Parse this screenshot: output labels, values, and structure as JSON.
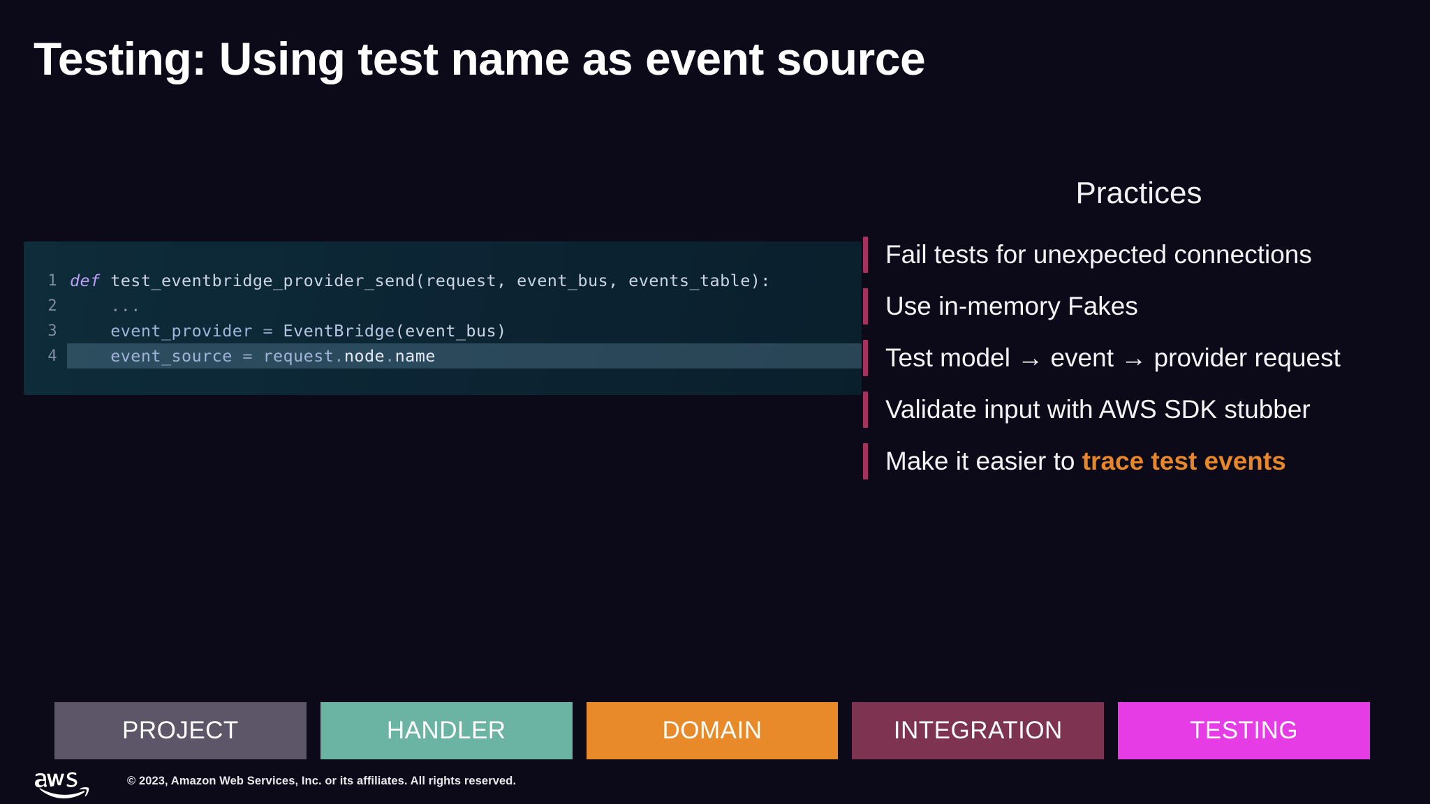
{
  "slide": {
    "title": "Testing: Using test name as event source",
    "background_color": "#0c0a18"
  },
  "code": {
    "language": "python",
    "highlighted_line": 4,
    "lines": [
      {
        "number": "1",
        "tokens": [
          {
            "text": "def ",
            "kind": "kw"
          },
          {
            "text": "test_eventbridge_provider_send",
            "kind": "fn"
          },
          {
            "text": "(request, event_bus, events_table):",
            "kind": "plain"
          }
        ]
      },
      {
        "number": "2",
        "tokens": [
          {
            "text": "    ...",
            "kind": "dots"
          }
        ]
      },
      {
        "number": "3",
        "tokens": [
          {
            "text": "    ",
            "kind": "plain"
          },
          {
            "text": "event_provider",
            "kind": "var"
          },
          {
            "text": " = ",
            "kind": "op"
          },
          {
            "text": "EventBridge",
            "kind": "cls"
          },
          {
            "text": "(event_bus)",
            "kind": "plain"
          }
        ]
      },
      {
        "number": "4",
        "tokens": [
          {
            "text": "    ",
            "kind": "plain"
          },
          {
            "text": "event_source",
            "kind": "var"
          },
          {
            "text": " = ",
            "kind": "op"
          },
          {
            "text": "request",
            "kind": "var"
          },
          {
            "text": ".",
            "kind": "op"
          },
          {
            "text": "node",
            "kind": "attr"
          },
          {
            "text": ".",
            "kind": "op"
          },
          {
            "text": "name",
            "kind": "attr"
          }
        ]
      }
    ]
  },
  "practices": {
    "heading": "Practices",
    "accent_color": "#a4325c",
    "highlight_color": "#e8862a",
    "items": [
      {
        "text": "Fail tests for unexpected connections",
        "highlight": ""
      },
      {
        "text": "Use in-memory Fakes",
        "highlight": ""
      },
      {
        "text": "Test model → event → provider request",
        "highlight": ""
      },
      {
        "text": "Validate input with AWS SDK stubber",
        "highlight": ""
      },
      {
        "text": "Make it easier to ",
        "highlight": "trace test events"
      }
    ]
  },
  "tabs": [
    {
      "label": "PROJECT",
      "color": "#5d5668",
      "active": false
    },
    {
      "label": "HANDLER",
      "color": "#6bb3a3",
      "active": false
    },
    {
      "label": "DOMAIN",
      "color": "#e8892a",
      "active": false
    },
    {
      "label": "INTEGRATION",
      "color": "#7e3351",
      "active": false
    },
    {
      "label": "TESTING",
      "color": "#e63ce6",
      "active": true
    }
  ],
  "footer": {
    "logo": "aws-logo",
    "copyright": "© 2023, Amazon Web Services, Inc. or its affiliates. All rights reserved."
  }
}
